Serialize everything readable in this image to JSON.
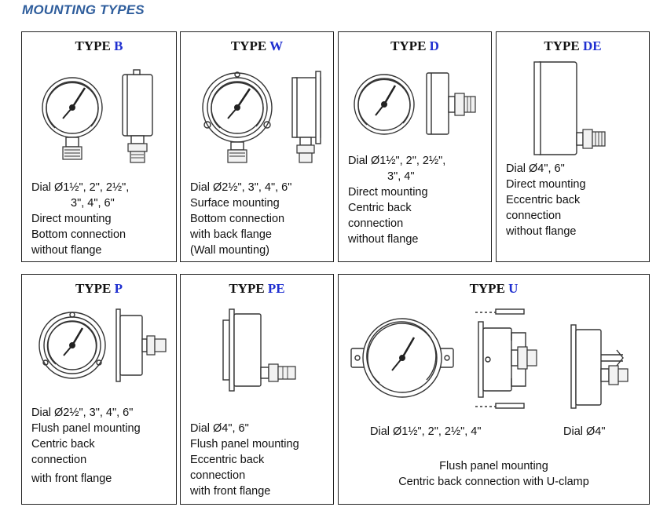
{
  "heading": "MOUNTING TYPES",
  "type_word": "TYPE",
  "accent_color": "#1f2fd0",
  "heading_color": "#2e5d9c",
  "types": [
    {
      "code": "B",
      "lines": [
        "Dial Ø1½\", 2\", 2½\",",
        "3\", 4\", 6\"",
        "Direct mounting",
        "Bottom connection",
        "without flange"
      ]
    },
    {
      "code": "W",
      "lines": [
        "Dial Ø2½\", 3\", 4\", 6\"",
        "Surface mounting",
        "Bottom connection",
        "with back flange",
        "(Wall mounting)"
      ]
    },
    {
      "code": "D",
      "lines": [
        "Dial Ø1½\", 2\", 2½\",",
        "3\", 4\"",
        "Direct mounting",
        "Centric back",
        "connection",
        "without flange"
      ]
    },
    {
      "code": "DE",
      "lines": [
        "Dial Ø4\", 6\"",
        "Direct mounting",
        "Eccentric back",
        "connection",
        "without flange"
      ]
    },
    {
      "code": "P",
      "lines": [
        "Dial Ø2½\", 3\", 4\", 6\"",
        "Flush panel mounting",
        "Centric back",
        "connection",
        "with front flange"
      ]
    },
    {
      "code": "PE",
      "lines": [
        "Dial Ø4\", 6\"",
        "Flush panel mounting",
        "Eccentric back",
        "connection",
        "with front flange"
      ]
    },
    {
      "code": "U",
      "dial_left": "Dial Ø1½\", 2\", 2½\", 4\"",
      "dial_right": "Dial Ø4\"",
      "lines": [
        "Flush panel mounting",
        "Centric back connection with U-clamp"
      ]
    }
  ]
}
